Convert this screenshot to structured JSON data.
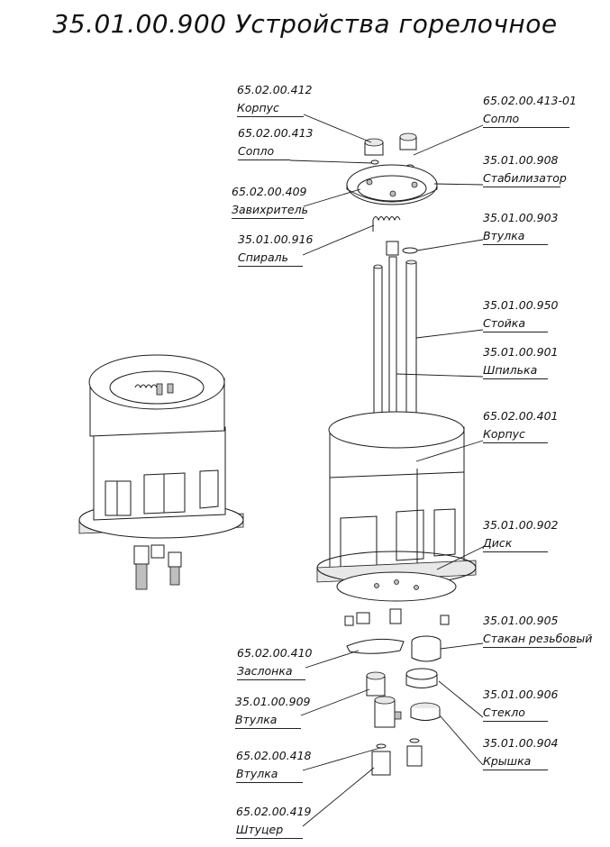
{
  "title": "35.01.00.900 Устройства горелочное",
  "callouts": [
    {
      "code": "65.02.00.412",
      "name": "Корпус"
    },
    {
      "code": "65.02.00.413",
      "name": "Сопло"
    },
    {
      "code": "65.02.00.409",
      "name": "Завихритель"
    },
    {
      "code": "35.01.00.916",
      "name": "Спираль"
    },
    {
      "code": "65.02.00.413-01",
      "name": "Сопло"
    },
    {
      "code": "35.01.00.908",
      "name": "Стабилизатор"
    },
    {
      "code": "35.01.00.903",
      "name": "Втулка"
    },
    {
      "code": "35.01.00.950",
      "name": "Стойка"
    },
    {
      "code": "35.01.00.901",
      "name": "Шпилька"
    },
    {
      "code": "65.02.00.401",
      "name": "Корпус"
    },
    {
      "code": "35.01.00.902",
      "name": "Диск"
    },
    {
      "code": "35.01.00.905",
      "name": "Стакан резьбовый"
    },
    {
      "code": "65.02.00.410",
      "name": "Заслонка"
    },
    {
      "code": "35.01.00.909",
      "name": "Втулка"
    },
    {
      "code": "35.01.00.906",
      "name": "Стекло"
    },
    {
      "code": "35.01.00.904",
      "name": "Крышка"
    },
    {
      "code": "65.02.00.418",
      "name": "Втулка"
    },
    {
      "code": "65.02.00.419",
      "name": "Штуцер"
    }
  ]
}
